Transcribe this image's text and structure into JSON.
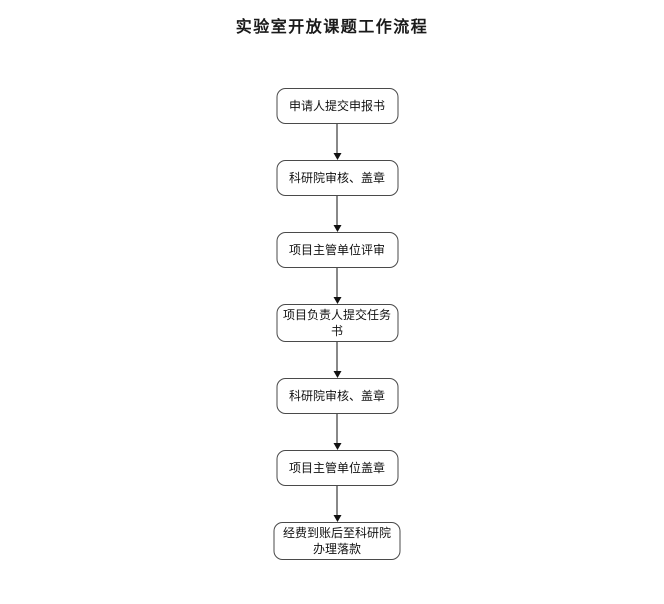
{
  "title": "实验室开放课题工作流程",
  "flow": {
    "nodes": [
      {
        "label": "申请人提交申报书"
      },
      {
        "label": "科研院审核、盖章"
      },
      {
        "label": "项目主管单位评审"
      },
      {
        "label": "项目负责人提交任务书"
      },
      {
        "label": "科研院审核、盖章"
      },
      {
        "label": "项目主管单位盖章"
      },
      {
        "label": "经费到账后至科研院办理落款"
      }
    ]
  },
  "colors": {
    "background": "#ffffff",
    "box_border": "#4a4a4a",
    "text": "#111111",
    "arrow": "#111111"
  }
}
